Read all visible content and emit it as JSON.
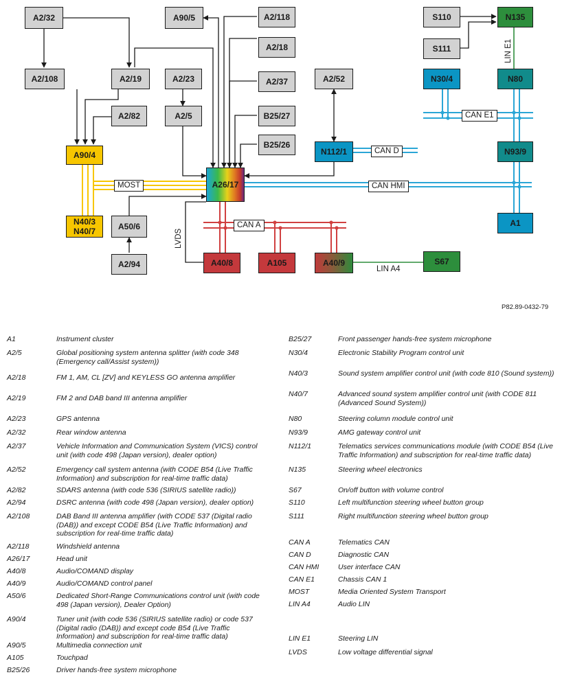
{
  "diagram": {
    "ref": "P82.89-0432-79",
    "nodes": {
      "A2_32": "A2/32",
      "A2_108": "A2/108",
      "A2_19": "A2/19",
      "A2_82": "A2/82",
      "A90_4": "A90/4",
      "N40_3": "N40/3",
      "N40_7": "N40/7",
      "A50_6": "A50/6",
      "A2_94": "A2/94",
      "A90_5": "A90/5",
      "A2_118": "A2/118",
      "A2_18": "A2/18",
      "A2_23": "A2/23",
      "A2_5": "A2/5",
      "A2_37": "A2/37",
      "B25_27": "B25/27",
      "B25_26": "B25/26",
      "A26_17": "A26/17",
      "A2_52": "A2/52",
      "N112_1": "N112/1",
      "A40_8": "A40/8",
      "A105": "A105",
      "A40_9": "A40/9",
      "S67": "S67",
      "S110": "S110",
      "S111": "S111",
      "N135": "N135",
      "N30_4": "N30/4",
      "N80": "N80",
      "N93_9": "N93/9",
      "A1": "A1"
    },
    "bus_labels": {
      "most": "MOST",
      "can_d": "CAN D",
      "can_hmi": "CAN HMI",
      "can_a": "CAN A",
      "can_e1": "CAN E1",
      "lin_e1": "LIN E1",
      "lin_a4": "LIN A4",
      "lvds": "LVDS"
    },
    "colors": {
      "gray": "#d2d2d2",
      "yellow": "#f7c600",
      "blue": "#0b95c4",
      "teal": "#118b8b",
      "red": "#c4393c",
      "green": "#2d8e3c",
      "most_bus": "#f7c600",
      "can_bus": "#2aa6d6",
      "can_a_bus": "#d04040",
      "lin_bus": "#2d8e3c"
    }
  },
  "legend": {
    "left": [
      {
        "code": "A1",
        "desc": "Instrument cluster"
      },
      {
        "code": "A2/5",
        "desc": "Global positioning system antenna splitter (with code 348 (Emergency call/Assist system))"
      },
      {
        "code": "A2/18",
        "desc": "FM 1, AM, CL [ZV] and KEYLESS GO antenna amplifier"
      },
      {
        "code": "A2/19",
        "desc": "FM 2 and DAB band III antenna amplifier"
      },
      {
        "code": "A2/23",
        "desc": "GPS antenna"
      },
      {
        "code": "A2/32",
        "desc": "Rear window antenna"
      },
      {
        "code": "A2/37",
        "desc": "Vehicle Information and Communication System (VICS) control unit (with code 498 (Japan version), dealer option)"
      },
      {
        "code": "A2/52",
        "desc": "Emergency call system antenna (with CODE B54 (Live Traffic Information) and subscription for real-time traffic data)"
      },
      {
        "code": "A2/82",
        "desc": "SDARS antenna (with code 536 (SIRIUS satellite radio))"
      },
      {
        "code": "A2/94",
        "desc": "DSRC antenna (with code 498 (Japan version), dealer option)"
      },
      {
        "code": "A2/108",
        "desc": "DAB Band III antenna amplifier (with CODE 537 (Digital radio (DAB)) and except CODE B54 (Live Traffic Information) and subscription for real-time traffic data)"
      },
      {
        "code": "A2/118",
        "desc": "Windshield antenna"
      },
      {
        "code": "A26/17",
        "desc": "Head unit"
      },
      {
        "code": "A40/8",
        "desc": "Audio/COMAND display"
      },
      {
        "code": "A40/9",
        "desc": "Audio/COMAND control panel"
      },
      {
        "code": "A50/6",
        "desc": "Dedicated Short-Range Communications control unit (with code 498 (Japan version), Dealer Option)"
      },
      {
        "code": "A90/4",
        "desc": "Tuner unit (with code 536 (SIRIUS satellite radio) or code 537 (Digital radio (DAB)) and except code B54 (Live Traffic Information) and subscription for real-time traffic data)"
      },
      {
        "code": "A90/5",
        "desc": "Multimedia connection unit"
      },
      {
        "code": "A105",
        "desc": "Touchpad"
      },
      {
        "code": "B25/26",
        "desc": "Driver hands-free system microphone"
      }
    ],
    "right": [
      {
        "code": "B25/27",
        "desc": "Front passenger hands-free system microphone"
      },
      {
        "code": "N30/4",
        "desc": "Electronic Stability Program control unit"
      },
      {
        "code": "N40/3",
        "desc": "Sound system amplifier control unit (with code 810 (Sound system))"
      },
      {
        "code": "N40/7",
        "desc": "Advanced sound system amplifier control unit (with CODE 811 (Advanced Sound System))"
      },
      {
        "code": "N80",
        "desc": "Steering column module control unit"
      },
      {
        "code": "N93/9",
        "desc": "AMG gateway control unit"
      },
      {
        "code": "N112/1",
        "desc": "Telematics services communications module (with CODE B54 (Live Traffic Information) and subscription for real-time traffic data)"
      },
      {
        "code": "N135",
        "desc": "Steering wheel electronics"
      },
      {
        "code": "S67",
        "desc": "On/off button with volume control"
      },
      {
        "code": "S110",
        "desc": "Left multifunction steering wheel button group"
      },
      {
        "code": "S111",
        "desc": "Right multifunction steering wheel button group"
      },
      {
        "code": "CAN A",
        "desc": "Telematics CAN"
      },
      {
        "code": "CAN D",
        "desc": "Diagnostic CAN"
      },
      {
        "code": "CAN HMI",
        "desc": "User interface CAN"
      },
      {
        "code": "CAN E1",
        "desc": "Chassis CAN 1"
      },
      {
        "code": "MOST",
        "desc": "Media Oriented System Transport"
      },
      {
        "code": "LIN A4",
        "desc": "Audio LIN"
      },
      {
        "code": "LIN E1",
        "desc": "Steering LIN"
      },
      {
        "code": "LVDS",
        "desc": "Low voltage differential signal"
      }
    ]
  }
}
